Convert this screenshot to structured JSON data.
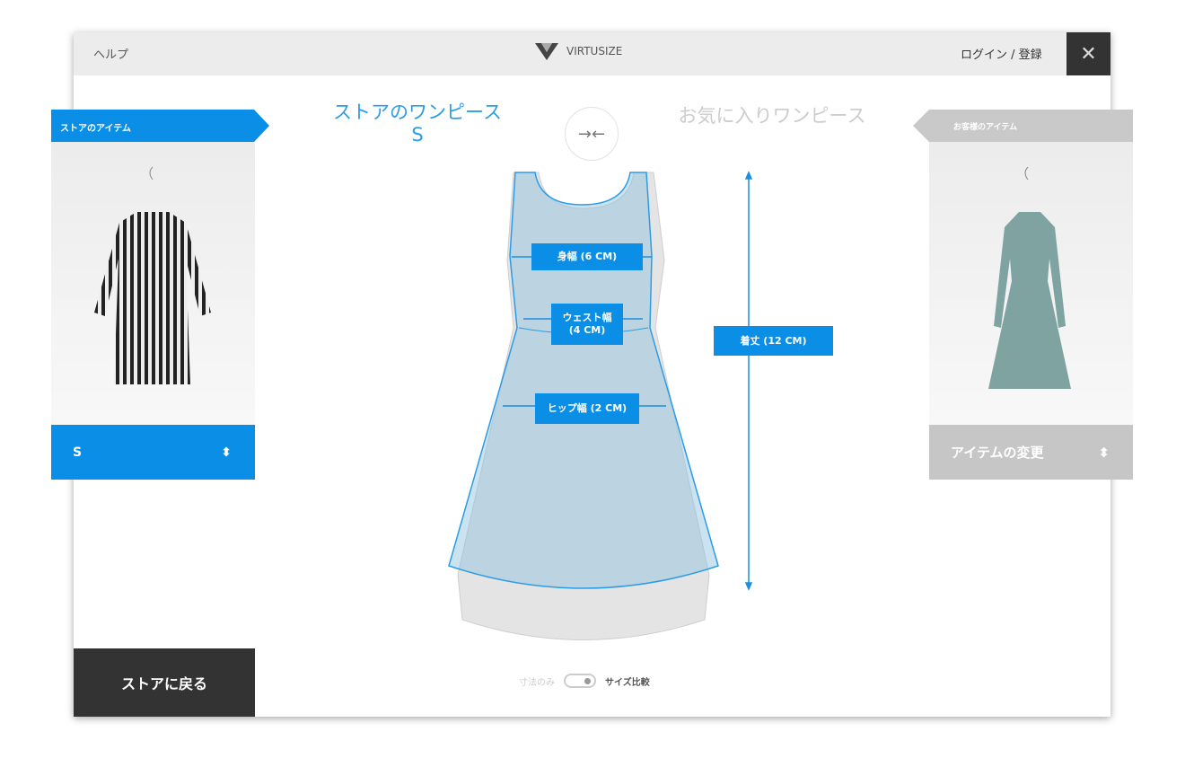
{
  "header": {
    "help": "ヘルプ",
    "brand": "VIRTUSIZE",
    "login": "ログイン / 登録",
    "close": "✕"
  },
  "store": {
    "tab": "ストアのアイテム",
    "title": "ストアのワンピース",
    "size": "S",
    "selected_size": "S",
    "back": "ストアに戻る"
  },
  "customer": {
    "tab": "お客様のアイテム",
    "title": "お気に入りワンピース",
    "change": "アイテムの変更"
  },
  "compare_icon": "→←",
  "measurements": {
    "bust": "身幅 (6 CM)",
    "waist_line1": "ウェスト幅",
    "waist_line2": "(4 CM)",
    "hip": "ヒップ幅 (2 CM)",
    "length": "着丈 (12 CM)"
  },
  "toggle": {
    "left": "寸法のみ",
    "right": "サイズ比較",
    "state": "サイズ比較"
  },
  "colors": {
    "accent": "#0a8ee6",
    "dark": "#333333"
  }
}
